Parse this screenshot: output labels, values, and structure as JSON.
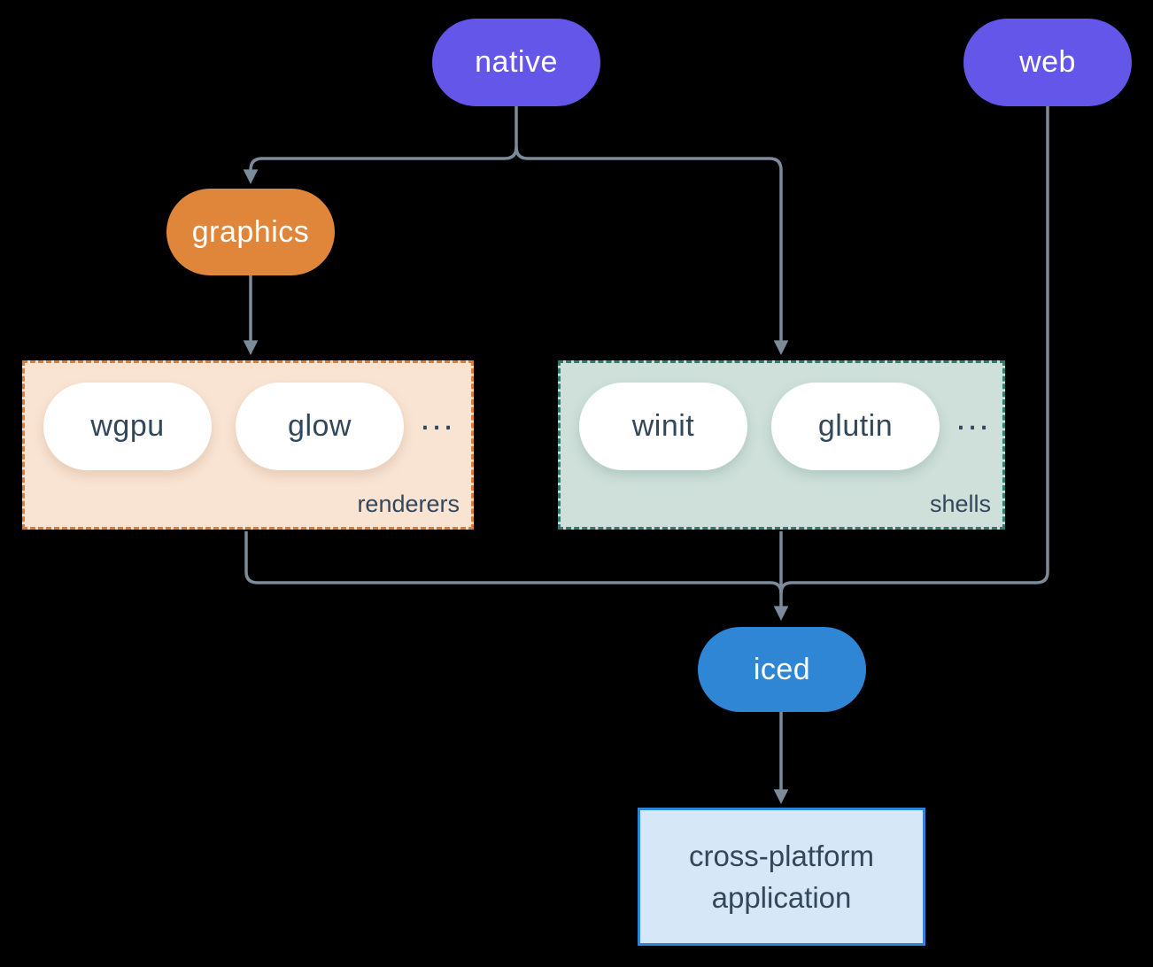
{
  "nodes": {
    "native": {
      "label": "native",
      "color": "#6456E8"
    },
    "web": {
      "label": "web",
      "color": "#6456E8"
    },
    "graphics": {
      "label": "graphics",
      "color": "#E0863B"
    },
    "wgpu": {
      "label": "wgpu"
    },
    "glow": {
      "label": "glow"
    },
    "winit": {
      "label": "winit"
    },
    "glutin": {
      "label": "glutin"
    },
    "iced": {
      "label": "iced",
      "color": "#2F86D4"
    },
    "application": {
      "line1": "cross-platform",
      "line2": "application"
    }
  },
  "groups": {
    "renderers": {
      "label": "renderers",
      "ellipsis": "...",
      "fill": "#F9E4D4",
      "border": "#E07C2D"
    },
    "shells": {
      "label": "shells",
      "ellipsis": "...",
      "fill": "#CFE0DA",
      "border": "#2E7D6E"
    }
  },
  "colors": {
    "background": "#000000",
    "connector": "#7C8B99",
    "white_pill_text": "#33475B",
    "application_fill": "#D6E7F7",
    "application_border": "#2F86D4"
  }
}
